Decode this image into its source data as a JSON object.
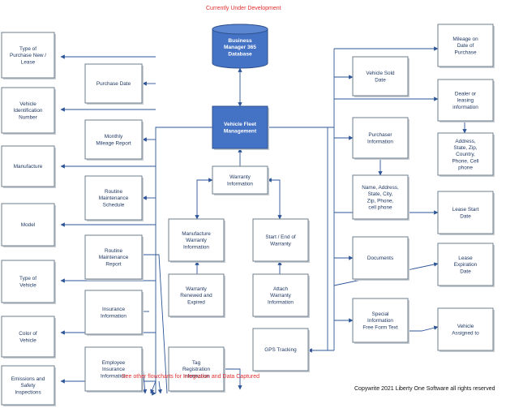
{
  "header": {
    "status": "Currently Under Development"
  },
  "footer": {
    "note": "See other flowcharts for Integration and Data Captured",
    "copyright": "Copywrite 2021 Liberty One Software all rights reserved"
  },
  "database": {
    "label": "Business Manager 365 Database"
  },
  "main": {
    "label": "Vehicle Fleet Management"
  },
  "nodes": {
    "type_purchase": "Type of Purchase New / Lease",
    "vin": "Vehicle Identification Number",
    "manufacture": "Manufacture",
    "model": "Model",
    "type_vehicle": "Type of Vehicle",
    "color": "Color of Vehicle",
    "emissions": "Emissions and Safety Inspections",
    "purchase_date": "Purchase Date",
    "monthly_mileage": "Monthly Mileage Report",
    "routine_schedule": "Routine Maintenance Schedule",
    "routine_report": "Routine Maintenance Report",
    "insurance": "Insurance Information",
    "employee_insurance": "Employee Insurance Information",
    "warranty": "Warranty Information",
    "mfr_warranty": "Manufacture Warranty Information",
    "warranty_renewed": "Warranty Renewed and Expired",
    "tag": "Tag Registration Information",
    "start_end_warranty": "Start / End of Warranty",
    "attach_warranty": "Attach Warranty Information",
    "gps": "GPS Tracking",
    "vehicle_sold": "Vehicle Sold Date",
    "purchaser": "Purchaser Information",
    "name_address": "Name, Address, State, City, Zip, Phone, cell phone",
    "documents": "Documents",
    "special": "Special Information Free Form Text",
    "mileage_purchase": "Mileage on Date of Purchase",
    "dealer": "Dealer or leasing information",
    "dealer_address": "Address, State, Zip, Country, Phone, Cell phone",
    "lease_start": "Lease Start Date",
    "lease_exp": "Lease Expiration Date",
    "assigned": "Vehicle Assigned to"
  }
}
